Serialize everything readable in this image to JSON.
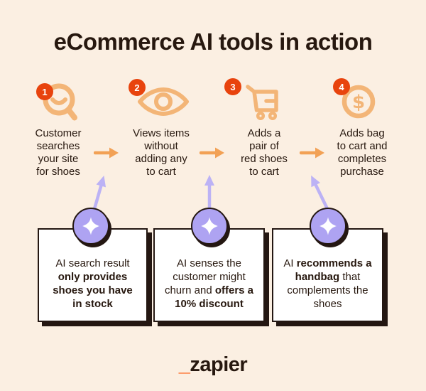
{
  "title": "eCommerce AI tools in action",
  "colors": {
    "background": "#FBEFE2",
    "ink": "#27180F",
    "icon_orange": "#F3B577",
    "arrow_orange": "#F2A155",
    "badge_red": "#E8430D",
    "purple": "#AEA3F2",
    "purple_arrow": "#BCB2F5",
    "box_border": "#241712",
    "box_bg": "#FFFFFF",
    "zapier_orange": "#FF4F00"
  },
  "steps": [
    {
      "number": "1",
      "icon": "magnifier-smile-icon",
      "label": "Customer\nsearches\nyour site\nfor shoes"
    },
    {
      "number": "2",
      "icon": "eye-icon",
      "label": "Views items\nwithout\nadding any\nto cart"
    },
    {
      "number": "3",
      "icon": "cart-icon",
      "label": "Adds a\npair of\nred shoes\nto cart"
    },
    {
      "number": "4",
      "icon": "dollar-coin-icon",
      "label": "Adds bag\nto cart and\ncompletes\npurchase"
    }
  ],
  "ai_boxes": [
    {
      "segments": [
        {
          "text": "AI search result ",
          "bold": false
        },
        {
          "text": "only provides shoes you have in stock",
          "bold": true
        }
      ]
    },
    {
      "segments": [
        {
          "text": "AI senses the customer might churn and ",
          "bold": false
        },
        {
          "text": "offers a 10% discount",
          "bold": true
        }
      ]
    },
    {
      "segments": [
        {
          "text": "AI ",
          "bold": false
        },
        {
          "text": "recommends a handbag",
          "bold": true
        },
        {
          "text": " that complements the shoes",
          "bold": false
        }
      ]
    }
  ],
  "logo": {
    "underscore": "_",
    "text": "zapier"
  }
}
